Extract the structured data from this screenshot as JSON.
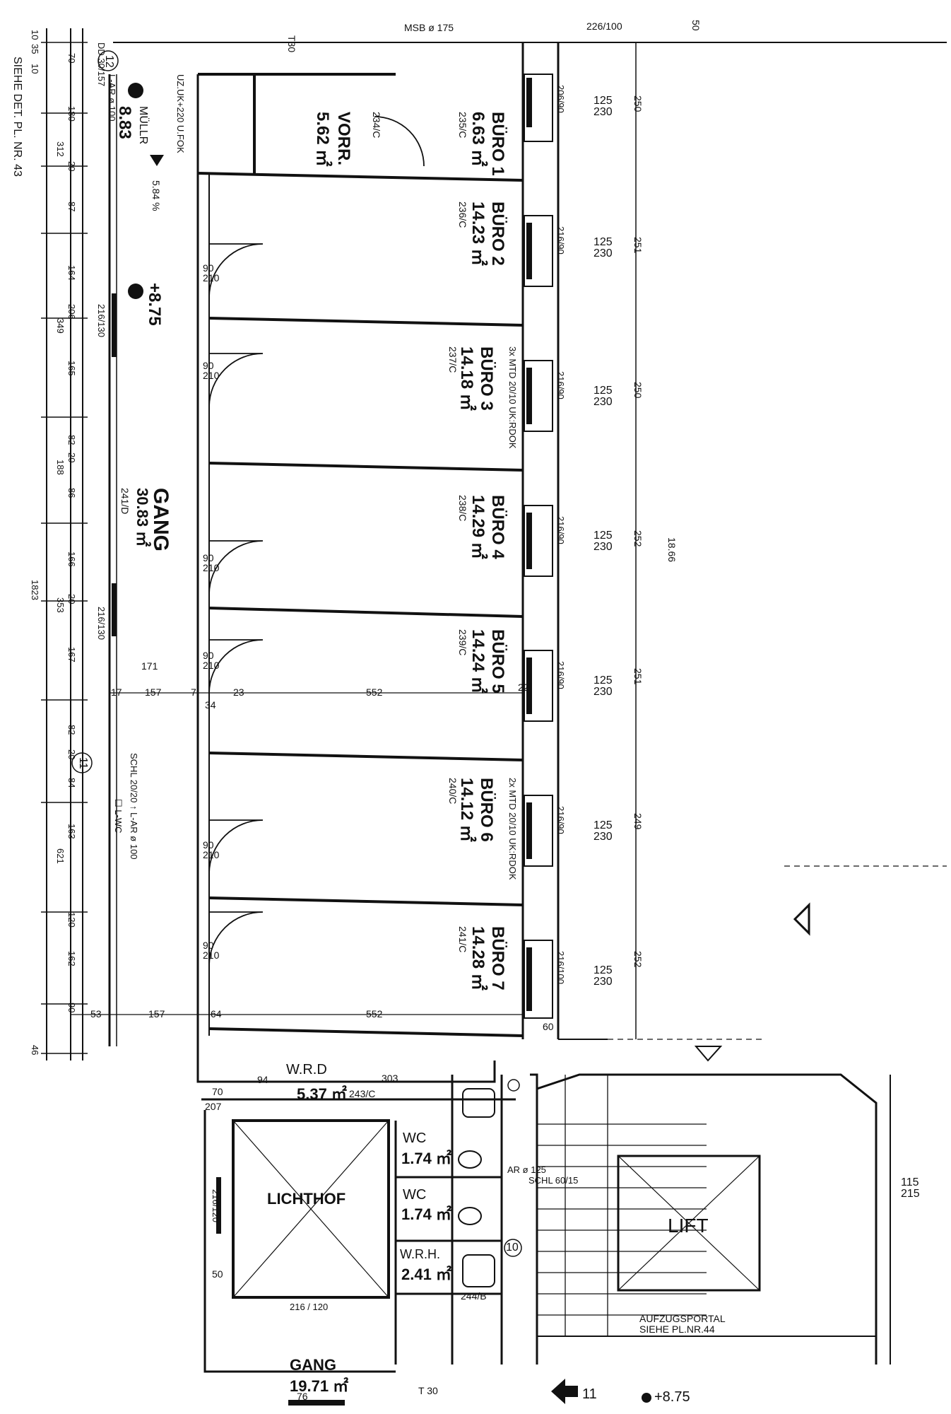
{
  "header": {
    "left_note": "SIEHE DET. PL. NR. 43",
    "msb": "MSB ø 175",
    "top_dim_1": "226/100",
    "top_dim_2": "50"
  },
  "rooms": [
    {
      "name": "BÜRO 1",
      "area": "6.63 ㎡",
      "code": "235/C",
      "axis": "250"
    },
    {
      "name": "BÜRO 2",
      "area": "14.23 ㎡",
      "code": "236/C",
      "axis": "251"
    },
    {
      "name": "BÜRO 3",
      "area": "14.18 ㎡",
      "code": "237/C",
      "axis": "250"
    },
    {
      "name": "BÜRO 4",
      "area": "14.29 ㎡",
      "code": "238/C",
      "axis": "252"
    },
    {
      "name": "BÜRO 5",
      "area": "14.24 ㎡",
      "code": "239/C",
      "axis": "251"
    },
    {
      "name": "BÜRO 6",
      "area": "14.12 ㎡",
      "code": "240/C",
      "axis": "249"
    },
    {
      "name": "BÜRO 7",
      "area": "14.28 ㎡",
      "code": "241/C",
      "axis": "252"
    }
  ],
  "window_dims": [
    "206/90",
    "216/90",
    "216/90",
    "216/90",
    "216/90",
    "216/90",
    "216/100"
  ],
  "window_sizes": [
    "125\n230",
    "125\n230",
    "125\n230",
    "125\n230",
    "125\n230",
    "125\n230",
    "125\n230"
  ],
  "door_label": "90\n210",
  "gang_main": {
    "name": "GANG",
    "area": "30.83 ㎡",
    "code": "241/D"
  },
  "vorr": {
    "name": "VORR.",
    "area": "5.62 ㎡",
    "code": "234/C"
  },
  "mueller": {
    "name": "MÜLLR",
    "area": "8.83"
  },
  "level_a": "+8.75",
  "level_b": "+8.75",
  "slope": "5.84 %",
  "wrd": {
    "name": "W.R.D",
    "area": "5.37 ㎡",
    "code": "243/C",
    "dim": "303"
  },
  "lichthof": "LICHTHOF",
  "wc1": {
    "name": "WC",
    "area": "1.74 ㎡"
  },
  "wc2": {
    "name": "WC",
    "area": "1.74 ㎡"
  },
  "wrh": {
    "name": "W.R.H.",
    "area": "2.41 ㎡",
    "code": "244/B"
  },
  "lift": "LIFT",
  "aufzug": "AUFZUGSPORTAL\nSIEHE PL.NR.44",
  "gang_bottom": {
    "name": "GANG",
    "area": "19.71 ㎡"
  },
  "axis_labels": [
    "12",
    "11",
    "10"
  ],
  "arrow_label": "11",
  "total_dim": "18.66",
  "left_dims": [
    "10",
    "35",
    "10",
    "70",
    "180",
    "312",
    "20",
    "87",
    "164",
    "349",
    "206",
    "165",
    "82",
    "20",
    "188",
    "86",
    "166",
    "353",
    "20",
    "1823",
    "167",
    "82",
    "20",
    "84",
    "621",
    "163",
    "120",
    "162",
    "90",
    "46"
  ],
  "corridor_dims": [
    "171",
    "157",
    "17",
    "7",
    "34",
    "23",
    "552",
    "22",
    "53",
    "157",
    "64",
    "552",
    "60",
    "94",
    "70",
    "207",
    "50",
    "76"
  ],
  "notes": {
    "schl": "SCHL 20/20 ↑ L-AR ø 100",
    "lwc": "☐ L-WC",
    "ar125": "AR ø 125",
    "schl6015": "SCHL 60/15",
    "mtd1": "3x MTD 20/10 UK:RDOK",
    "mtd2": "2x MTD 20/10 UK:RDOK",
    "dd": "DD 30/157",
    "uzuk": "UZ.UK+220 U.FOK",
    "lar": "L-AR ø 100",
    "t30": "T30",
    "t30b": "T 30",
    "dim_115": "115\n215",
    "dim_216_130": "216/130",
    "dim_216_120": "216/120",
    "dim_216_120b": "216 / 120"
  }
}
